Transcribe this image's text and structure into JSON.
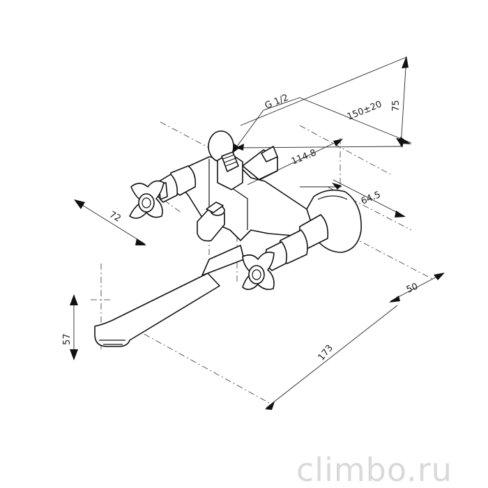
{
  "dimensions": {
    "thread": "G 1/2",
    "center_distance": "150±20",
    "height_top": "75",
    "depth_eccentric": "114.8",
    "eccentric_offset": "64.5",
    "handle_offset": "72",
    "spout_length": "173",
    "body_depth": "50",
    "spout_height": "57"
  },
  "watermark": "climbo.ru"
}
